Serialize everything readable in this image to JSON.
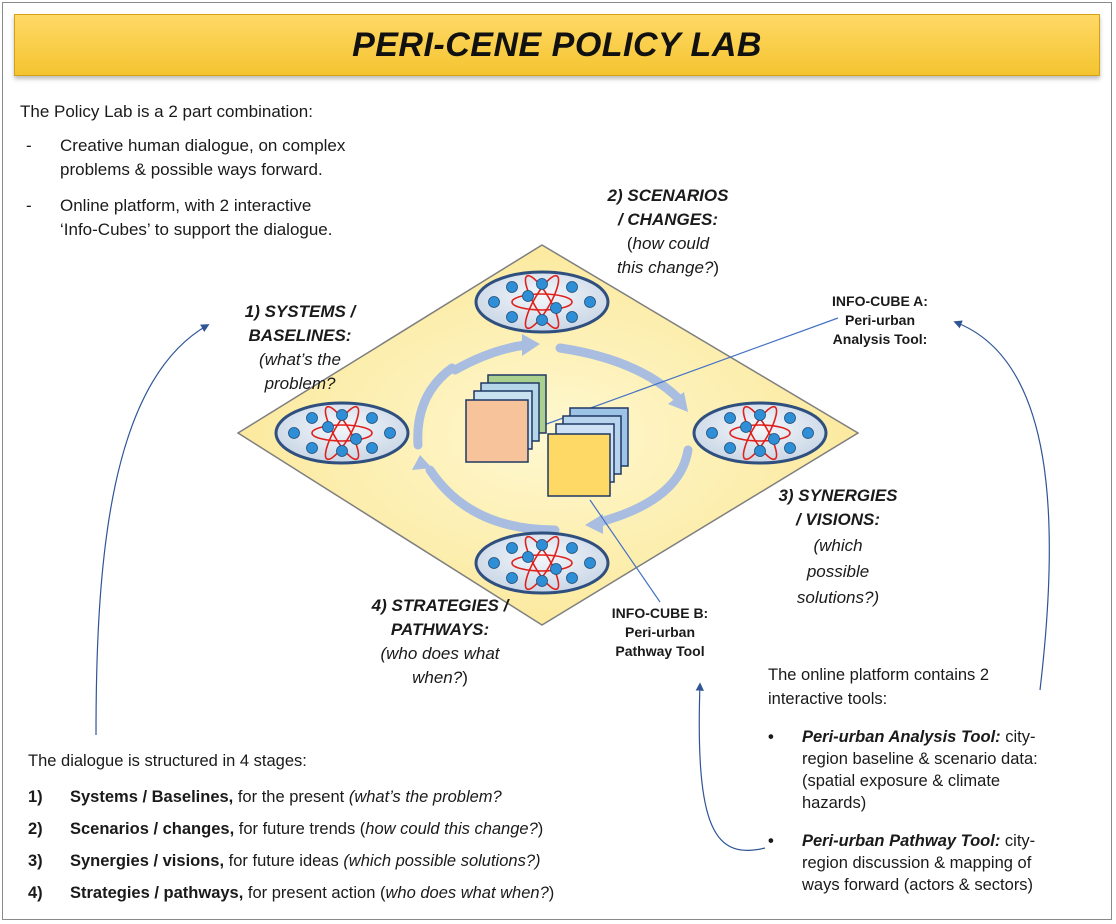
{
  "title": "PERI-CENE POLICY LAB",
  "intro": {
    "heading": "The Policy Lab is a 2 part combination:",
    "points": [
      {
        "dash": "-",
        "line1": "Creative human dialogue, on complex",
        "line2": "problems & possible ways forward."
      },
      {
        "dash": "-",
        "line1": "Online platform, with 2 interactive",
        "line2": "‘Info-Cubes’ to support the dialogue."
      }
    ]
  },
  "diagram": {
    "stage1": {
      "title1": "1) SYSTEMS /",
      "title2": "BASELINES:",
      "q1": "(what’s the",
      "q2": "problem?"
    },
    "stage2": {
      "title1": "2) SCENARIOS",
      "title2": "/ CHANGES:",
      "q1_open": "(",
      "q1": "how could",
      "q2": "this change?",
      "q2_close": ")"
    },
    "stage3": {
      "title1": "3) SYNERGIES",
      "title2": "/ VISIONS:",
      "q1": "(which",
      "q2": "possible",
      "q3": "solutions?)"
    },
    "stage4": {
      "title1": "4) STRATEGIES /",
      "title2": "PATHWAYS:",
      "q1": "(who does what",
      "q2": "when?",
      "q2_close": ")"
    },
    "cube_a": {
      "line1": "INFO-CUBE A:",
      "line2": "Peri-urban",
      "line3": "Analysis Tool:"
    },
    "cube_b": {
      "line1": "INFO-CUBE B:",
      "line2": "Peri-urban",
      "line3": "Pathway Tool"
    },
    "colors": {
      "diamond": "#fdf3b8",
      "cube_a_front": "#f7c39b",
      "cube_a_back": "#a9d08e",
      "cube_b_front": "#ffd966",
      "cube_b_back": "#9dc3e6",
      "arrow": "#9db5d9",
      "node_dot": "#2f8fd6",
      "node_core": "#e0201b"
    }
  },
  "stages_section": {
    "heading": "The dialogue is structured in 4 stages:",
    "items": [
      {
        "num": "1)",
        "bold": "Systems / Baselines,",
        "plain": " for the present ",
        "italic": "(what’s the problem?",
        "tail": ""
      },
      {
        "num": "2)",
        "bold": "Scenarios / changes,",
        "plain": " for future trends (",
        "italic": "how could this change?",
        "tail": ")"
      },
      {
        "num": "3)",
        "bold": "Synergies / visions,",
        "plain": " for future ideas ",
        "italic": "(which possible solutions?)",
        "tail": ""
      },
      {
        "num": "4)",
        "bold": "Strategies / pathways,",
        "plain": " for present action (",
        "italic": "who does what when?",
        "tail": ")"
      }
    ]
  },
  "platform": {
    "heading1": "The online platform contains 2",
    "heading2": "interactive tools:",
    "tools": [
      {
        "bullet": "•",
        "name": "Peri-urban Analysis Tool:",
        "l1": " city-",
        "l2": "region baseline & scenario data:",
        "l3": "(spatial exposure & climate",
        "l4": "hazards)"
      },
      {
        "bullet": "•",
        "name": "Peri-urban Pathway Tool:",
        "l1": " city-",
        "l2": "region discussion & mapping of",
        "l3": "ways forward (actors & sectors)",
        "l4": ""
      }
    ]
  }
}
